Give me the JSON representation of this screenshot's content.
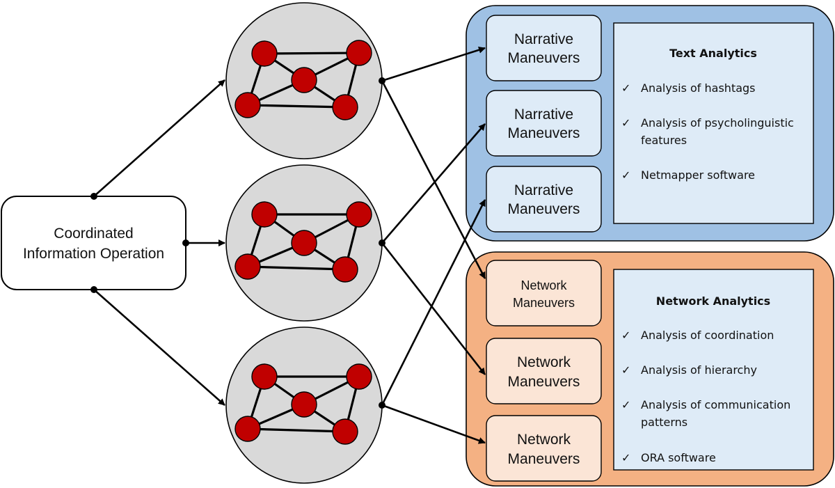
{
  "source": {
    "line1": "Coordinated",
    "line2": "Information Operation"
  },
  "text_panel": {
    "title": "Text Analytics",
    "maneuvers": [
      {
        "line1": "Narrative",
        "line2": "Maneuvers"
      },
      {
        "line1": "Narrative",
        "line2": "Maneuvers"
      },
      {
        "line1": "Narrative",
        "line2": "Maneuvers"
      }
    ],
    "items": [
      {
        "check": "✓",
        "lines": [
          "Analysis of hashtags"
        ]
      },
      {
        "check": "✓",
        "lines": [
          "Analysis of psycholinguistic",
          "features"
        ]
      },
      {
        "check": "✓",
        "lines": [
          "Netmapper software"
        ]
      }
    ]
  },
  "network_panel": {
    "title": "Network Analytics",
    "maneuvers": [
      {
        "line1": "Network",
        "line2": "Maneuvers"
      },
      {
        "line1": "Network",
        "line2": "Maneuvers"
      },
      {
        "line1": "Network",
        "line2": "Maneuvers"
      }
    ],
    "items": [
      {
        "check": "✓",
        "lines": [
          "Analysis of coordination"
        ]
      },
      {
        "check": "✓",
        "lines": [
          "Analysis of hierarchy"
        ]
      },
      {
        "check": "✓",
        "lines": [
          "Analysis of communication",
          "patterns"
        ]
      },
      {
        "check": "✓",
        "lines": [
          "ORA software"
        ]
      }
    ]
  },
  "colors": {
    "text_panel_fill": "#9fc1e4",
    "text_box_fill": "#deebf7",
    "network_panel_fill": "#f4b183",
    "network_box_fill": "#fbe5d6",
    "detail_fill": "#deebf7",
    "cluster_fill": "#d9d9d9",
    "node_fill": "#c00000"
  }
}
